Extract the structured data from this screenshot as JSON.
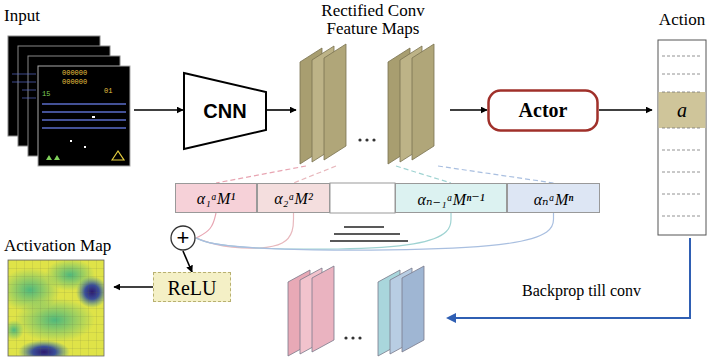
{
  "diagram": {
    "nodes": [
      {
        "text": [
          "Input"
        ]
      },
      {
        "text": [
          "CNN"
        ]
      },
      {
        "text": [
          "Rectified Conv Feature Maps"
        ]
      },
      {
        "text": [
          "Actor"
        ]
      },
      {
        "text": [
          "Action",
          "a"
        ]
      },
      {
        "text": [
          "α₁ᵃM¹"
        ]
      },
      {
        "text": [
          "α₂ᵃM²"
        ]
      },
      {
        "text": [
          "αₙ₋₁ᵃMⁿ⁻¹"
        ]
      },
      {
        "text": [
          "αₙᵃMⁿ"
        ]
      },
      {
        "text": [
          "+"
        ]
      },
      {
        "text": [
          "Activation Map"
        ]
      },
      {
        "text": [
          "ReLU"
        ]
      }
    ],
    "edges": [
      {
        "from": 0,
        "to": 1,
        "arrow": "to"
      },
      {
        "from": 1,
        "to": 2,
        "arrow": "to"
      },
      {
        "from": 2,
        "to": 3,
        "arrow": "to"
      },
      {
        "from": 3,
        "to": 4,
        "arrow": "to"
      },
      {
        "from": 2,
        "to": 5,
        "arrow": "none"
      },
      {
        "from": 2,
        "to": 6,
        "arrow": "none"
      },
      {
        "from": 2,
        "to": 7,
        "arrow": "none"
      },
      {
        "from": 2,
        "to": 8,
        "arrow": "none"
      },
      {
        "from": 5,
        "to": 9,
        "arrow": "none"
      },
      {
        "from": 6,
        "to": 9,
        "arrow": "none"
      },
      {
        "from": 7,
        "to": 9,
        "arrow": "none"
      },
      {
        "from": 8,
        "to": 9,
        "arrow": "none"
      },
      {
        "from": 9,
        "to": 11,
        "arrow": "to"
      },
      {
        "from": 11,
        "to": 10,
        "arrow": "to"
      }
    ],
    "labels": [
      "Backprop till conv",
      "000000",
      "000000",
      "01",
      "15"
    ]
  }
}
